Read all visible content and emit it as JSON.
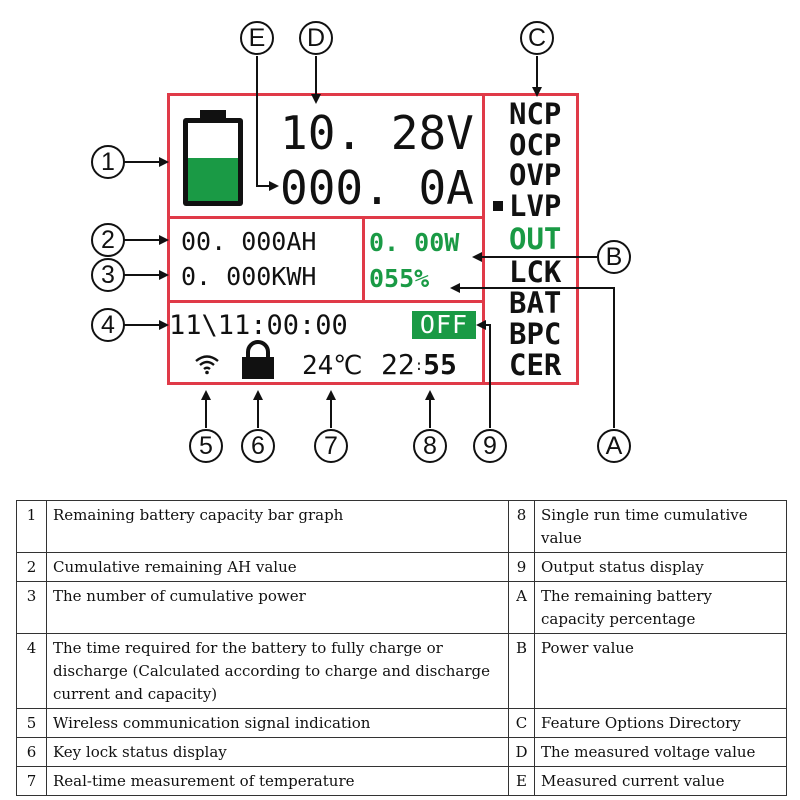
{
  "lcd": {
    "voltage": "10. 28V",
    "current": "000. 0A",
    "capacity_ah": "00. 000AH",
    "energy_kwh": "0. 000KWH",
    "power": "0. 00W",
    "percent": "055%",
    "timer": "11\\11:00:00",
    "output_status": "OFF",
    "temperature": "24℃",
    "clock_h": "22",
    "clock_sep": ":",
    "clock_m": "55",
    "battery_fill_fraction": 0.55,
    "menu": [
      "NCP",
      "OCP",
      "OVP",
      "LVP",
      "OUT",
      "LCK",
      "BAT",
      "BPC",
      "CER"
    ],
    "menu_selected": "LVP",
    "menu_highlighted": "OUT",
    "colors": {
      "frame": "#e03a48",
      "accent": "#1a9a45"
    }
  },
  "callouts": {
    "c1": "1",
    "c2": "2",
    "c3": "3",
    "c4": "4",
    "c5": "5",
    "c6": "6",
    "c7": "7",
    "c8": "8",
    "c9": "9",
    "cA": "A",
    "cB": "B",
    "cC": "C",
    "cD": "D",
    "cE": "E"
  },
  "legend": [
    {
      "k1": "1",
      "d1": "Remaining battery capacity bar graph",
      "k2": "8",
      "d2": "Single run time cumulative value"
    },
    {
      "k1": "2",
      "d1": "Cumulative remaining AH value",
      "k2": "9",
      "d2": "Output status display"
    },
    {
      "k1": "3",
      "d1": "The number of cumulative power",
      "k2": "A",
      "d2": "The remaining battery capacity percentage"
    },
    {
      "k1": "4",
      "d1": "The time required for the battery to fully charge or discharge (Calculated according to charge and discharge current and capacity)",
      "k2": "B",
      "d2": "Power value"
    },
    {
      "k1": "5",
      "d1": "Wireless communication signal indication",
      "k2": "C",
      "d2": "Feature Options Directory"
    },
    {
      "k1": "6",
      "d1": "Key lock status display",
      "k2": "D",
      "d2": "The measured voltage value"
    },
    {
      "k1": "7",
      "d1": "Real-time measurement of temperature",
      "k2": "E",
      "d2": "Measured current value"
    }
  ]
}
